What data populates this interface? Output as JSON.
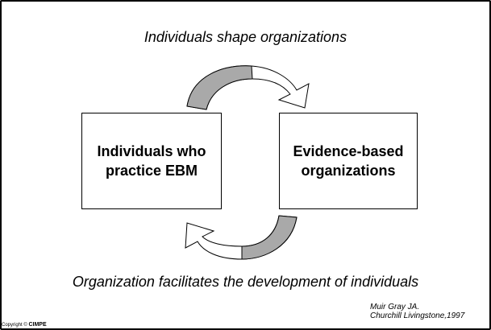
{
  "diagram": {
    "top_caption": "Individuals shape organizations",
    "left_box": "Individuals who\npractice EBM",
    "right_box": "Evidence-based\norganizations",
    "bottom_caption": "Organization facilitates the development of individuals"
  },
  "citation": {
    "line1": "Muir Gray JA.",
    "line2": "Churchill Livingstone,1997"
  },
  "footer": {
    "copyright": "Copyright ©",
    "brand": "CIMPE"
  },
  "colors": {
    "arrow_dark": "#a9a9a9",
    "arrow_light": "#ffffff",
    "outline": "#000000"
  }
}
